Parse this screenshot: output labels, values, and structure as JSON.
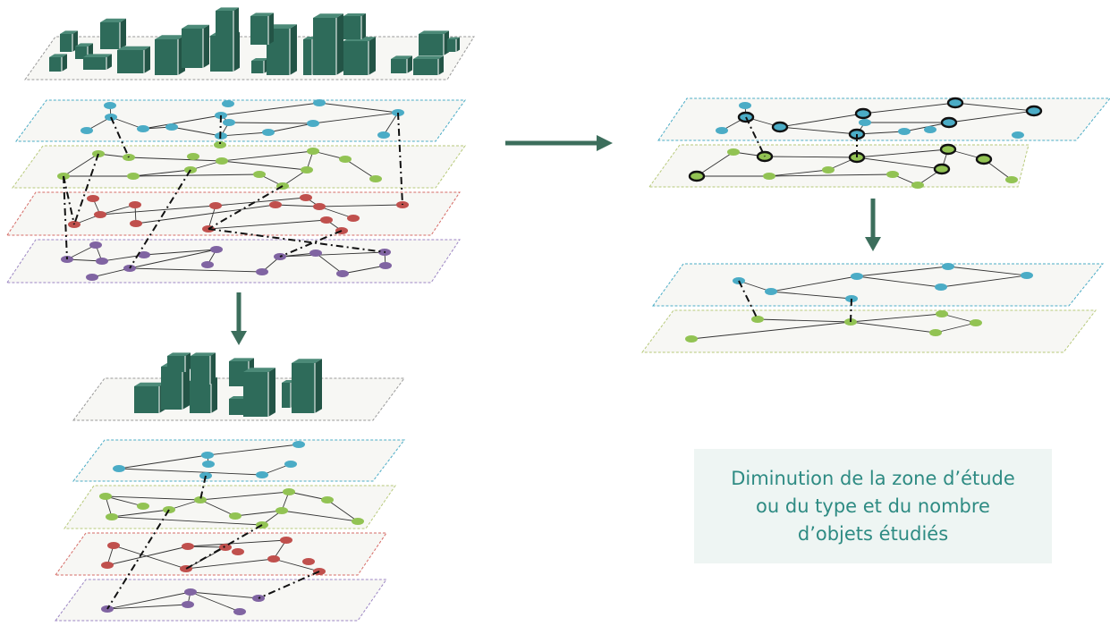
{
  "caption": {
    "line1": "Diminution de la zone d’étude",
    "line2": "ou du type et du nombre",
    "line3": "d’objets étudiés"
  },
  "colors": {
    "blue_node": "#4bacc6",
    "green_node": "#92c353",
    "red_node": "#c0504d",
    "purple_node": "#8064a2",
    "building": "#2e6b5a",
    "arrow": "#3c6e5c",
    "caption_text": "#2e8b83",
    "caption_bg": "#eef5f3",
    "plane_fill": "#f7f7f4"
  },
  "icons": [
    "building-icon",
    "arrow-right-icon",
    "arrow-down-icon"
  ]
}
